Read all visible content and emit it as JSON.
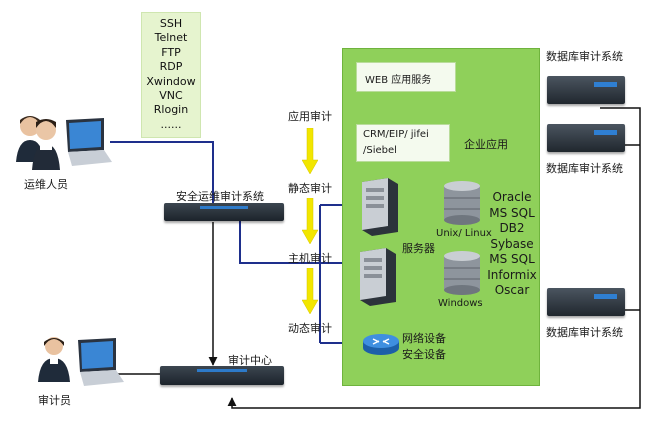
{
  "protocols": [
    "SSH",
    "Telnet",
    "FTP",
    "RDP",
    "Xwindow",
    "VNC",
    "Rlogin",
    "......"
  ],
  "people": {
    "ops_label": "运维人员",
    "auditor_label": "审计员"
  },
  "devices": {
    "security_audit_label": "安全运维审计系统",
    "audit_center_label": "审计中心",
    "db_audit_top_label": "数据库审计系统",
    "db_audit_mid_label": "数据库审计系统",
    "db_audit_bottom_label": "数据库审计系统"
  },
  "audit_steps": {
    "app": "应用审计",
    "static": "静态审计",
    "host": "主机审计",
    "dynamic": "动态审计"
  },
  "panel": {
    "web_service": "WEB 应用服务",
    "crm_line1": "CRM/EIP/ jifei",
    "crm_line2": "/Siebel",
    "enterprise_app": "企业应用",
    "unix_linux": "Unix/ Linux",
    "windows": "Windows",
    "servers": "服务器",
    "databases": [
      "Oracle",
      "MS SQL",
      "DB2",
      "Sybase",
      "MS SQL",
      "Informix",
      "Oscar"
    ],
    "network_device": "网络设备",
    "security_device": "安全设备"
  },
  "colors": {
    "panel_green": "#8fd05a",
    "protocol_bg": "#e6f4cf",
    "link_blue": "#1e2f8c",
    "arrow_yellow": "#f2e600",
    "device_blue": "#2d7ac9"
  }
}
